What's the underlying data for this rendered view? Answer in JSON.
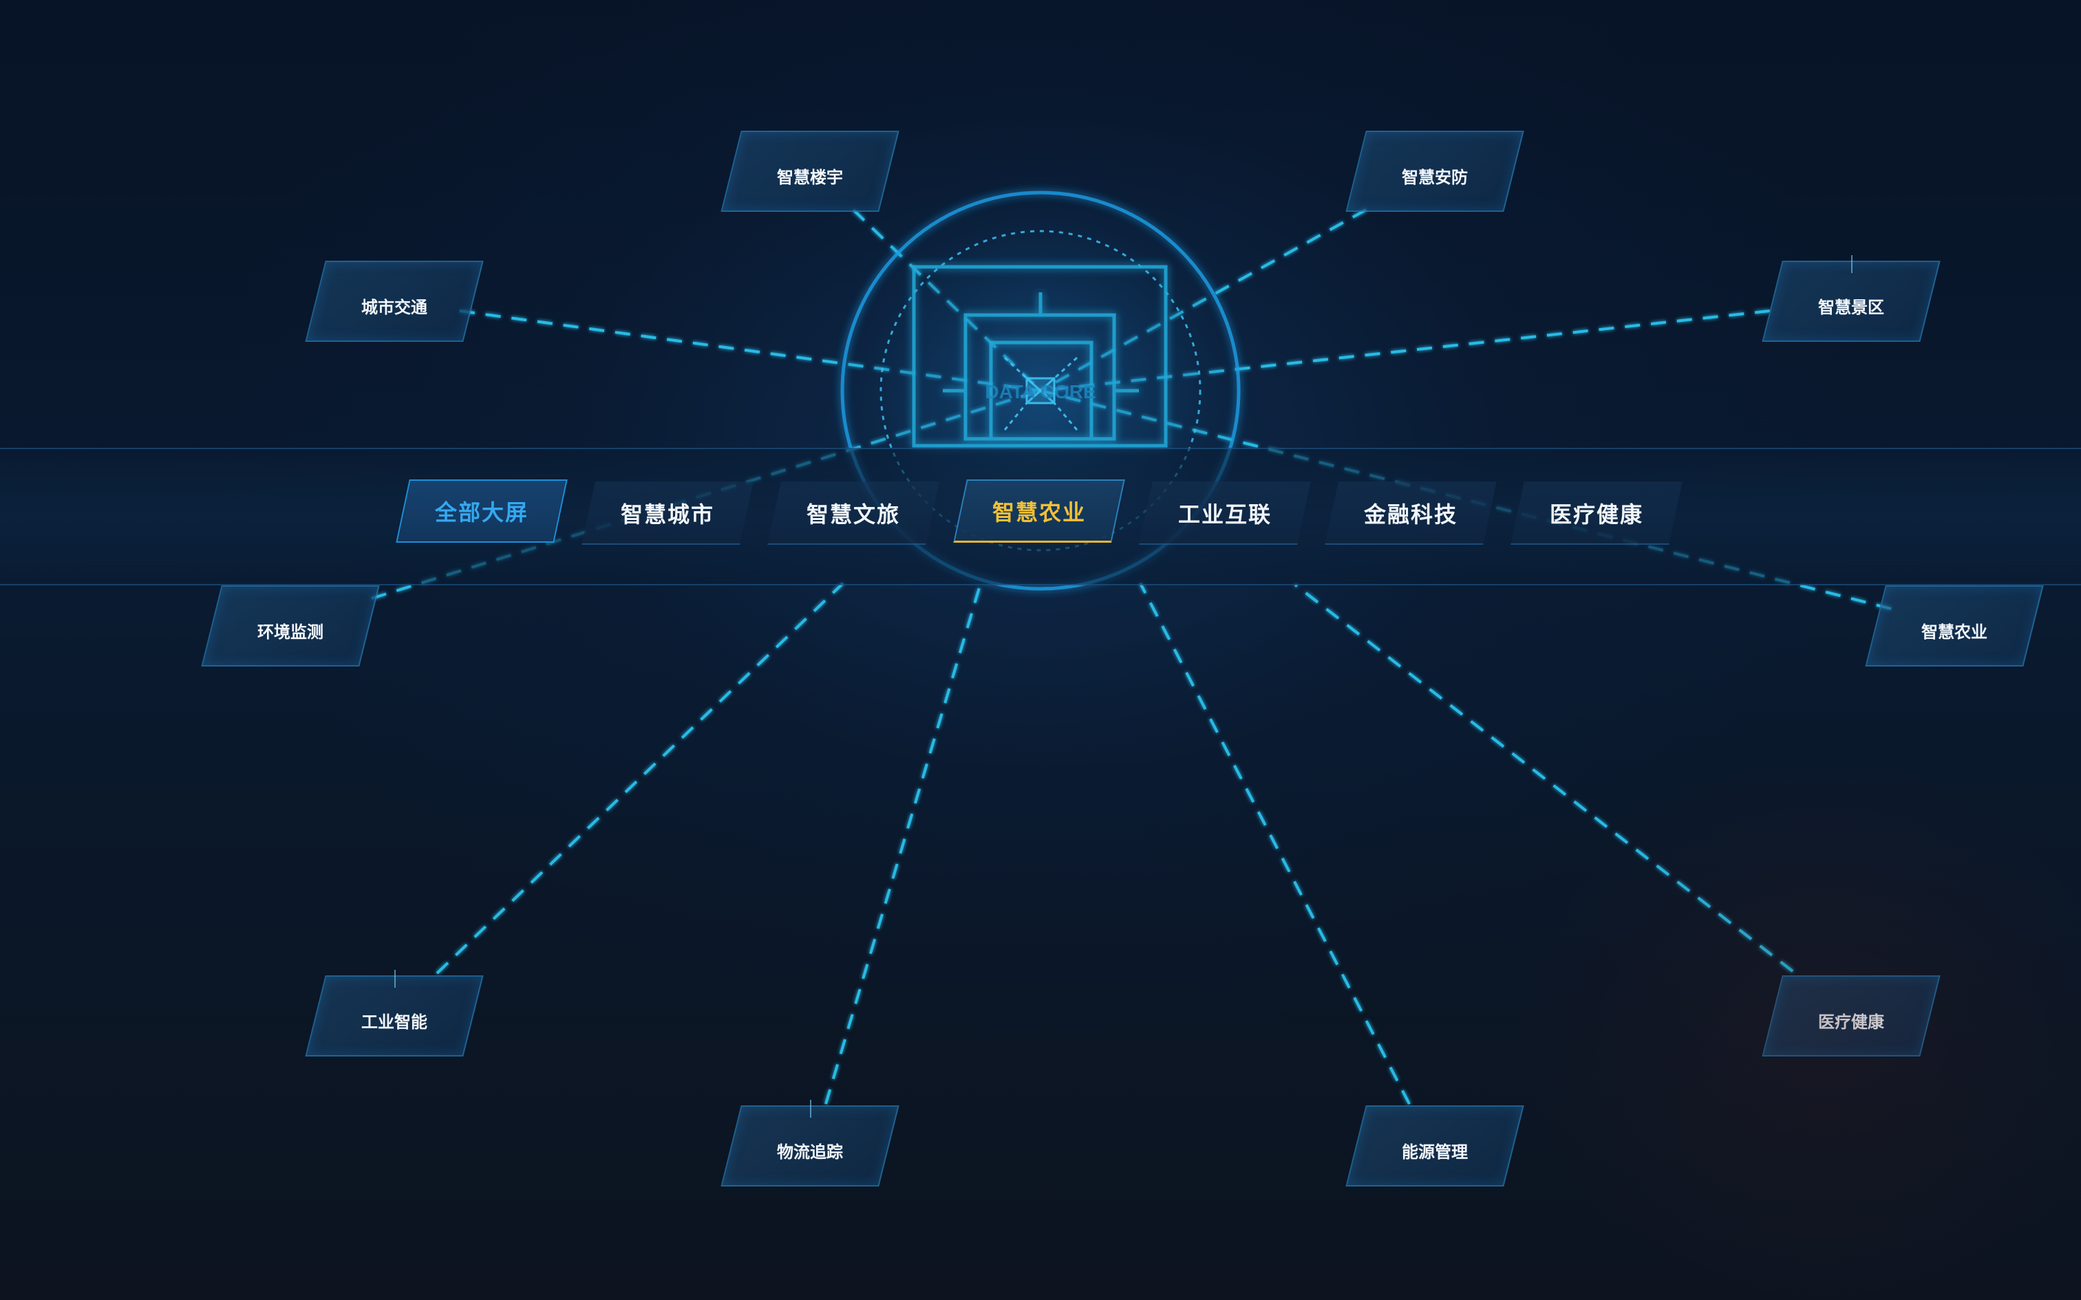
{
  "theme": {
    "line_color": "#29c4f0",
    "accent_active": "#f3c036",
    "accent_all": "#34a8f0",
    "background": "#07111f"
  },
  "core": {
    "label": "DATA CORE",
    "icon": "data-core-icon"
  },
  "tabs": [
    {
      "id": "all",
      "label": "全部大屏",
      "state": "selected-all"
    },
    {
      "id": "city",
      "label": "智慧城市",
      "state": "normal"
    },
    {
      "id": "tourism",
      "label": "智慧文旅",
      "state": "normal"
    },
    {
      "id": "agri",
      "label": "智慧农业",
      "state": "active"
    },
    {
      "id": "iiot",
      "label": "工业互联",
      "state": "normal"
    },
    {
      "id": "fintech",
      "label": "金融科技",
      "state": "normal"
    },
    {
      "id": "health",
      "label": "医疗健康",
      "state": "normal"
    }
  ],
  "nodes": [
    {
      "id": "building",
      "label": "智慧楼宇"
    },
    {
      "id": "security",
      "label": "智慧安防"
    },
    {
      "id": "traffic",
      "label": "城市交通"
    },
    {
      "id": "scenic",
      "label": "智慧景区"
    },
    {
      "id": "environment",
      "label": "环境监测"
    },
    {
      "id": "agriculture",
      "label": "智慧农业"
    },
    {
      "id": "industrial-ai",
      "label": "工业智能"
    },
    {
      "id": "medical",
      "label": "医疗健康"
    },
    {
      "id": "logistics",
      "label": "物流追踪"
    },
    {
      "id": "energy",
      "label": "能源管理"
    }
  ]
}
